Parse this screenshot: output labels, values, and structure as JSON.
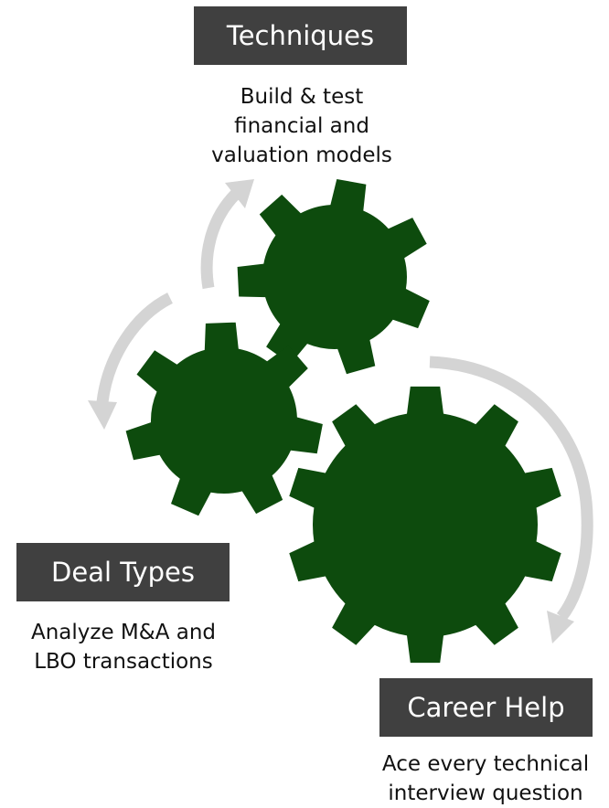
{
  "colors": {
    "gear": "#0d4b0d",
    "arrow": "#d4d4d4",
    "label_bg": "#404040",
    "label_text": "#ffffff",
    "body_text": "#111111"
  },
  "techniques": {
    "title": "Techniques",
    "lines": [
      "Build & test",
      "financial and",
      "valuation models"
    ]
  },
  "deal_types": {
    "title": "Deal Types",
    "lines": [
      "Analyze M&A and",
      "LBO transactions"
    ]
  },
  "career_help": {
    "title": "Career Help",
    "lines": [
      "Ace every technical",
      "interview question"
    ]
  },
  "icons": [
    "gear-icon-top",
    "gear-icon-left",
    "gear-icon-large",
    "arrow-top-icon",
    "arrow-left-icon",
    "arrow-right-icon"
  ]
}
